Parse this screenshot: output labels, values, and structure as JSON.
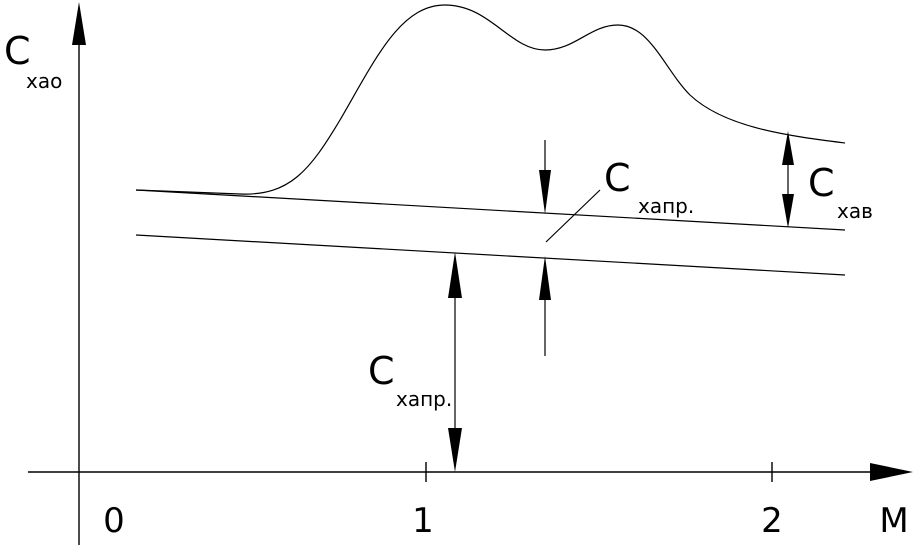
{
  "colors": {
    "background": "#ffffff",
    "ink": "#000000"
  },
  "axes": {
    "y_label": {
      "main": "C",
      "sub": "xao"
    },
    "x_label": "M",
    "x_ticks": [
      "0",
      "1",
      "2"
    ]
  },
  "annotations": {
    "wave_drag": {
      "main": "C",
      "sub": "xaв"
    },
    "profile_drag_top": {
      "main": "C",
      "sub": "xaпр."
    },
    "profile_drag_left": {
      "main": "C",
      "sub": "xaпр."
    }
  }
}
